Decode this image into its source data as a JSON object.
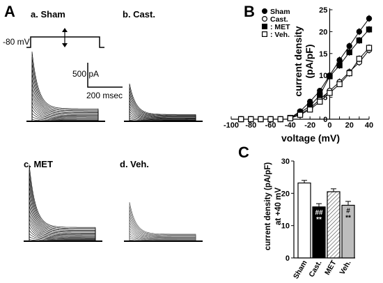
{
  "panels": {
    "A": {
      "letter": "A",
      "protocol": {
        "holding": "-80 mV"
      },
      "scale_bar": {
        "current": "500 pA",
        "time": "200 msec"
      },
      "traces": [
        {
          "label": "a. Sham"
        },
        {
          "label": "b. Cast."
        },
        {
          "label": "c. MET"
        },
        {
          "label": "d. Veh."
        }
      ]
    },
    "B": {
      "letter": "B"
    },
    "C": {
      "letter": "C"
    }
  },
  "chart_data": [
    {
      "type": "scatter",
      "ylabel": "current density\n(pA/pF)",
      "xlabel": "voltage (mV)",
      "xlim": [
        -100,
        40
      ],
      "ylim": [
        0,
        25
      ],
      "xticks": [
        -100,
        -90,
        -80,
        -70,
        -60,
        -50,
        -40,
        -30,
        -20,
        -10,
        0,
        10,
        20,
        30,
        40
      ],
      "xticklabels": [
        "-100",
        "-80",
        "-60",
        "-40",
        "-20",
        "0",
        "20",
        "40"
      ],
      "yticks": [
        0,
        5,
        10,
        15,
        20,
        25
      ],
      "legend": "top-left",
      "series": [
        {
          "name": "Sham",
          "marker": "filled-circle",
          "x": [
            -90,
            -80,
            -70,
            -60,
            -50,
            -40,
            -30,
            -20,
            -10,
            0,
            10,
            20,
            30,
            40
          ],
          "y": [
            0,
            0,
            0,
            0,
            0,
            0.3,
            1.8,
            4,
            6.5,
            10,
            13.5,
            16.7,
            20,
            23
          ]
        },
        {
          "name": "Cast.",
          "marker": "open-circle",
          "x": [
            -90,
            -80,
            -70,
            -60,
            -50,
            -40,
            -30,
            -20,
            -10,
            0,
            10,
            20,
            30,
            40
          ],
          "y": [
            0,
            0,
            0,
            0,
            0,
            0.2,
            1.2,
            2.5,
            4.5,
            6.5,
            8.5,
            10.8,
            13,
            15.8
          ]
        },
        {
          "name": "MET",
          "marker": "filled-square",
          "x": [
            -90,
            -80,
            -70,
            -60,
            -50,
            -40,
            -30,
            -20,
            -10,
            0,
            10,
            20,
            30,
            40
          ],
          "y": [
            0,
            0,
            0,
            0,
            0,
            0.3,
            1.5,
            3,
            5.5,
            9.8,
            12.3,
            15.3,
            18,
            20.5
          ]
        },
        {
          "name": "Veh.",
          "marker": "open-square",
          "x": [
            -90,
            -80,
            -70,
            -60,
            -50,
            -40,
            -30,
            -20,
            -10,
            0,
            10,
            20,
            30,
            40
          ],
          "y": [
            0,
            0,
            0,
            0,
            0,
            0.2,
            1,
            2.2,
            4,
            6,
            8,
            10.5,
            13.8,
            16.3
          ]
        }
      ]
    },
    {
      "type": "bar",
      "ylabel": "current density (pA/pF)\nat +40 mV",
      "categories": [
        "Sham",
        "Cast.",
        "MET",
        "Veh."
      ],
      "values": [
        23.2,
        15.8,
        20.5,
        16.3
      ],
      "errors": [
        0.8,
        1,
        0.9,
        1.2
      ],
      "fills": [
        "white",
        "black",
        "hatched",
        "gray"
      ],
      "significance": [
        "",
        "##\n**",
        "",
        "#\n**"
      ],
      "ylim": [
        0,
        30
      ],
      "yticks": [
        0,
        10,
        20,
        30
      ]
    }
  ]
}
